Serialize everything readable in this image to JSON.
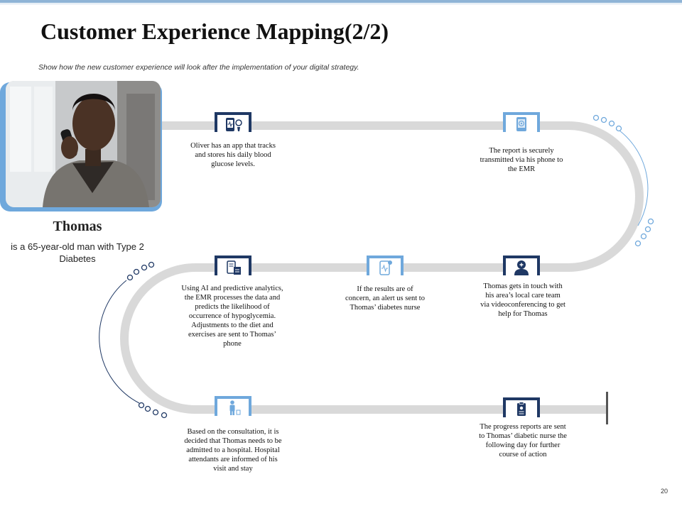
{
  "slide": {
    "title": "Customer Experience Mapping(2/2)",
    "subtitle": "Show how the new customer  experience will look after the implementation of your digital strategy.",
    "page_number": "20"
  },
  "persona": {
    "name": "Thomas",
    "description": "is a 65-year-old man with Type 2 Diabetes"
  },
  "colors": {
    "dark_blue": "#1f3864",
    "light_blue": "#6fa8dc",
    "track": "#d9d9d9"
  },
  "steps": [
    {
      "text": "Oliver has an app that tracks and stores his daily blood glucose levels.",
      "icon": "phone-app-icon"
    },
    {
      "text": "The report is securely transmitted via his phone to the EMR",
      "icon": "secure-phone-icon"
    },
    {
      "text": "Thomas gets in touch with his area’s local care team via videoconferencing to get help for Thomas",
      "icon": "doctor-icon"
    },
    {
      "text": "If the results are of concern, an alert us sent to Thomas’ diabetes nurse",
      "icon": "alert-phone-icon"
    },
    {
      "text": "Using AI and predictive analytics, the EMR processes the data and predicts the likelihood of occurrence of hypoglycemia. Adjustments to the diet and exercises are sent to Thomas’ phone",
      "icon": "analytics-device-icon"
    },
    {
      "text": "Based on the consultation, it is decided that Thomas needs to be admitted to a hospital. Hospital attendants are informed of his visit and stay",
      "icon": "patient-icon"
    },
    {
      "text": "The progress reports are sent to Thomas’ diabetic nurse the following day for further course of action",
      "icon": "report-clipboard-icon"
    }
  ]
}
